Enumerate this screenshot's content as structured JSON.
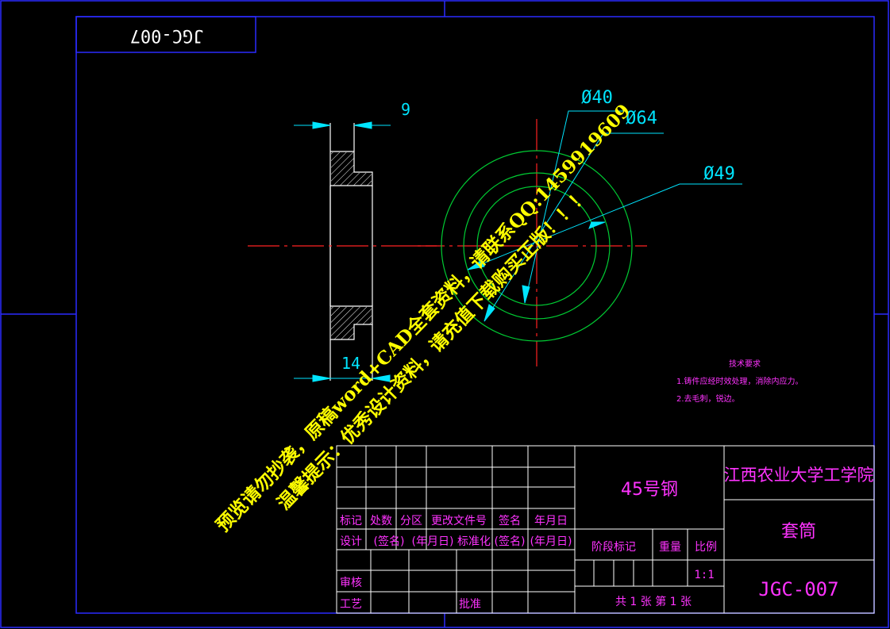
{
  "drawing_number_mirrored": "JGC-007",
  "dimensions": {
    "width_top": "9",
    "width_bottom": "14",
    "dia_40": "Ø40",
    "dia_64": "Ø64",
    "dia_49": "Ø49"
  },
  "technical_requirements": {
    "title": "技术要求",
    "items": [
      "1.铸件应经时效处理，消除内应力。",
      "2.去毛刺，锐边。"
    ]
  },
  "title_block": {
    "material": "45号钢",
    "school": "江西农业大学工学院",
    "part_name": "套筒",
    "drawing_no": "JGC-007",
    "scale_label": "比例",
    "scale_value": "1:1",
    "weight_label": "重量",
    "stage_label": "阶段标记",
    "sheets": "共 1 张 第 1 张",
    "rev_headers": [
      "标记",
      "处数",
      "分区",
      "更改文件号",
      "签名",
      "年月日"
    ],
    "design_row": [
      "设计",
      "(签名)",
      "(年月日)",
      "标准化",
      "(签名)",
      "(年月日)"
    ],
    "review_label": "审核",
    "process_label": "工艺",
    "approve_label": "批准"
  },
  "watermark": {
    "line1": "预览请勿抄袭，原稿word+CAD全套资料，请联系QQ:1459919609",
    "line2": "温馨提示：优秀设计资料，请充值下载购买正版！！！"
  },
  "colors": {
    "border": "#2b2bff",
    "title_lines": "#ffffff",
    "dim": "#00e5ff",
    "center": "#ff2222",
    "circle": "#00cc33",
    "text_magenta": "#ff33ff",
    "watermark": "#ffff00"
  }
}
